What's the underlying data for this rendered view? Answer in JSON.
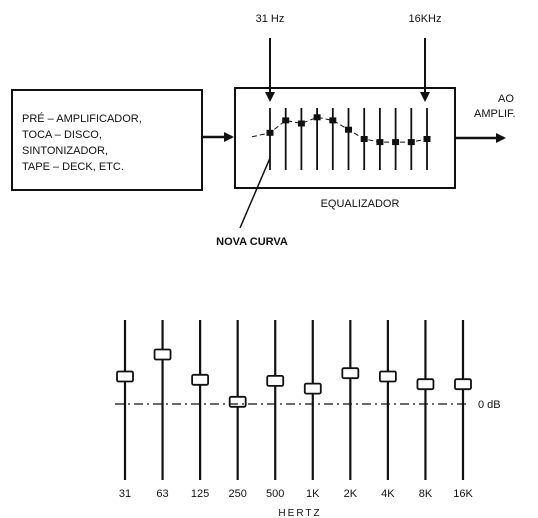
{
  "top_diagram": {
    "arrow_label_left": "31 Hz",
    "arrow_label_right": "16KHz",
    "source_lines": [
      "PRÉ – AMPLIFICADOR,",
      "TOCA – DISCO,",
      "SINTONIZADOR,",
      "TAPE – DECK,  ETC."
    ],
    "output_lines": [
      "AO",
      "AMPLIF."
    ],
    "equalizer_label": "EQUALIZADOR",
    "curve_label": "NOVA CURVA",
    "slider_levels": [
      0.4,
      0.2,
      0.25,
      0.15,
      0.2,
      0.35,
      0.5,
      0.55,
      0.55,
      0.55,
      0.5
    ]
  },
  "bottom_diagram": {
    "bands": [
      "31",
      "63",
      "125",
      "250",
      "500",
      "1K",
      "2K",
      "4K",
      "8K",
      "16K"
    ],
    "slider_levels_db": [
      2.5,
      4.5,
      2.2,
      0.2,
      2.1,
      1.4,
      2.8,
      2.5,
      1.8,
      1.8
    ],
    "zero_label": "0  dB",
    "axis_label": "HERTZ"
  },
  "colors": {
    "ink": "#111111",
    "background": "#ffffff"
  }
}
